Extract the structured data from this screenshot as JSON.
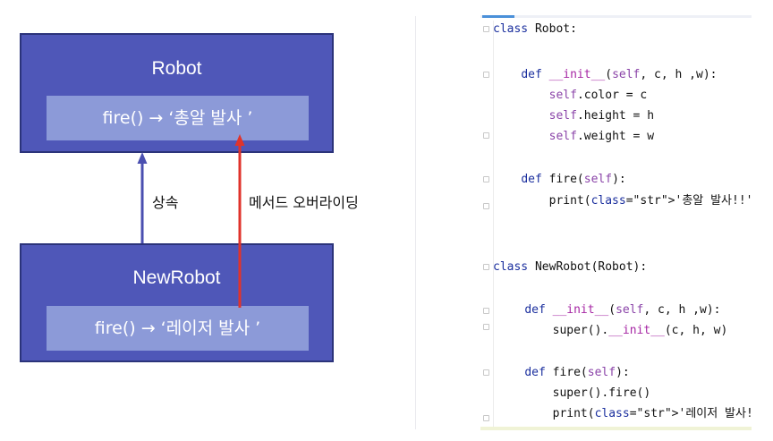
{
  "diagram": {
    "parent": {
      "name": "Robot",
      "method": "fire() → ‘총알 발사 ’"
    },
    "child": {
      "name": "NewRobot",
      "method": "fire() → ‘레이저 발사 ’"
    },
    "inherit_label": "상속",
    "override_label": "메서드 오버라이딩",
    "colors": {
      "box": "#4f57b8",
      "method": "#8c9ad8",
      "inherit_arrow": "#4a4fb0",
      "override_arrow": "#e0332b"
    }
  },
  "code": {
    "lines": [
      "class Robot:",
      "    def __init__(self, c, h ,w):",
      "        self.color = c",
      "        self.height = h",
      "        self.weight = w",
      "    def fire(self):",
      "        print('총알 발사!!')",
      "class NewRobot(Robot):",
      "    def __init__(self, c, h ,w):",
      "        super().__init__(c, h, w)",
      "    def fire(self):",
      "        super().fire()",
      "        print('레이저 발사!!')"
    ]
  }
}
